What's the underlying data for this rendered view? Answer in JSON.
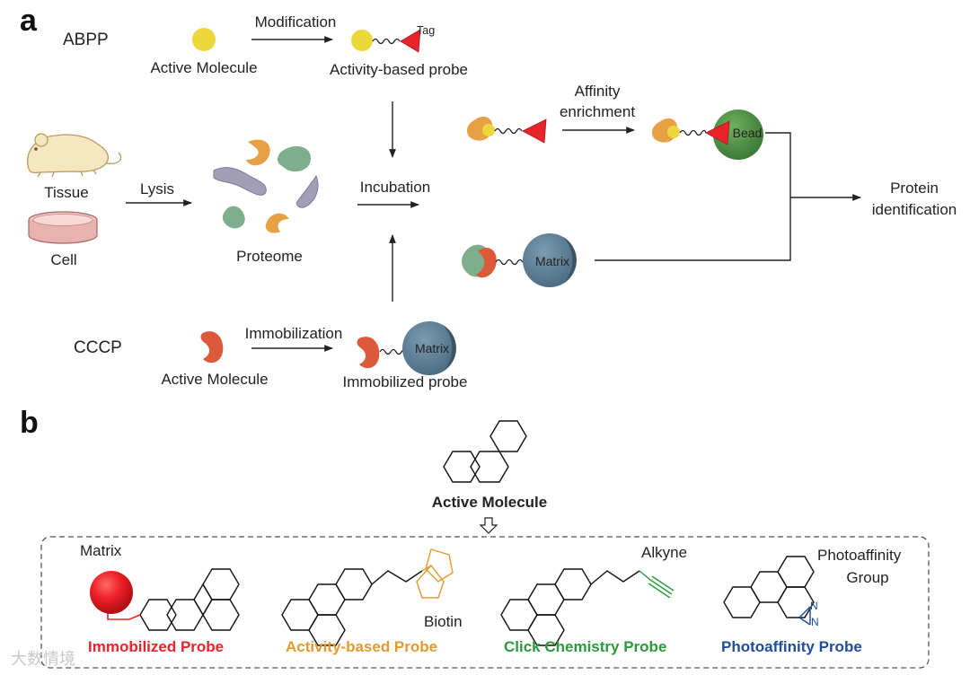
{
  "panel_a": {
    "label": "a",
    "abpp_label": "ABPP",
    "modification_label": "Modification",
    "tag_label": "Tag",
    "active_molecule_label": "Active Molecule",
    "activity_probe_label": "Activity-based probe",
    "tissue_label": "Tissue",
    "cell_label": "Cell",
    "lysis_label": "Lysis",
    "proteome_label": "Proteome",
    "incubation_label": "Incubation",
    "affinity_enrichment_label": [
      "Affinity",
      "enrichment"
    ],
    "bead_label": "Bead",
    "matrix_label": "Matrix",
    "protein_identification_label": [
      "Protein",
      "identification"
    ],
    "cccp_label": "CCCP",
    "immobilization_label": "Immobilization",
    "cccp_active_molecule_label": "Active Molecule",
    "immobilized_probe_label": "Immobilized probe"
  },
  "panel_b": {
    "label": "b",
    "active_molecule_title": "Active Molecule",
    "matrix_label": "Matrix",
    "biotin_label": "Biotin",
    "alkyne_label": "Alkyne",
    "photoaffinity_group_label": [
      "Photoaffinity",
      "Group"
    ],
    "diazirine_atom_label": "N",
    "probes": [
      {
        "name": "Immobilized Probe",
        "color": "#e8232a"
      },
      {
        "name": "Activity-based Probe",
        "color": "#e59a2f"
      },
      {
        "name": "Click Chemistry Probe",
        "color": "#2a9a3a"
      },
      {
        "name": "Photoaffinity Probe",
        "color": "#1f4e9a"
      }
    ]
  },
  "watermark": "大数情境",
  "colors": {
    "yellow_molecule": "#ecd83a",
    "orange_protein": "#e8a045",
    "green_protein": "#7fae8c",
    "purple_protein": "#9c96b3",
    "red_molecule": "#dc5a3a",
    "tag_red": "#e8232a",
    "bead_green": "#4f9448",
    "matrix_slate": "#5a7c95",
    "matrix_red_ball": "#e8232a"
  }
}
